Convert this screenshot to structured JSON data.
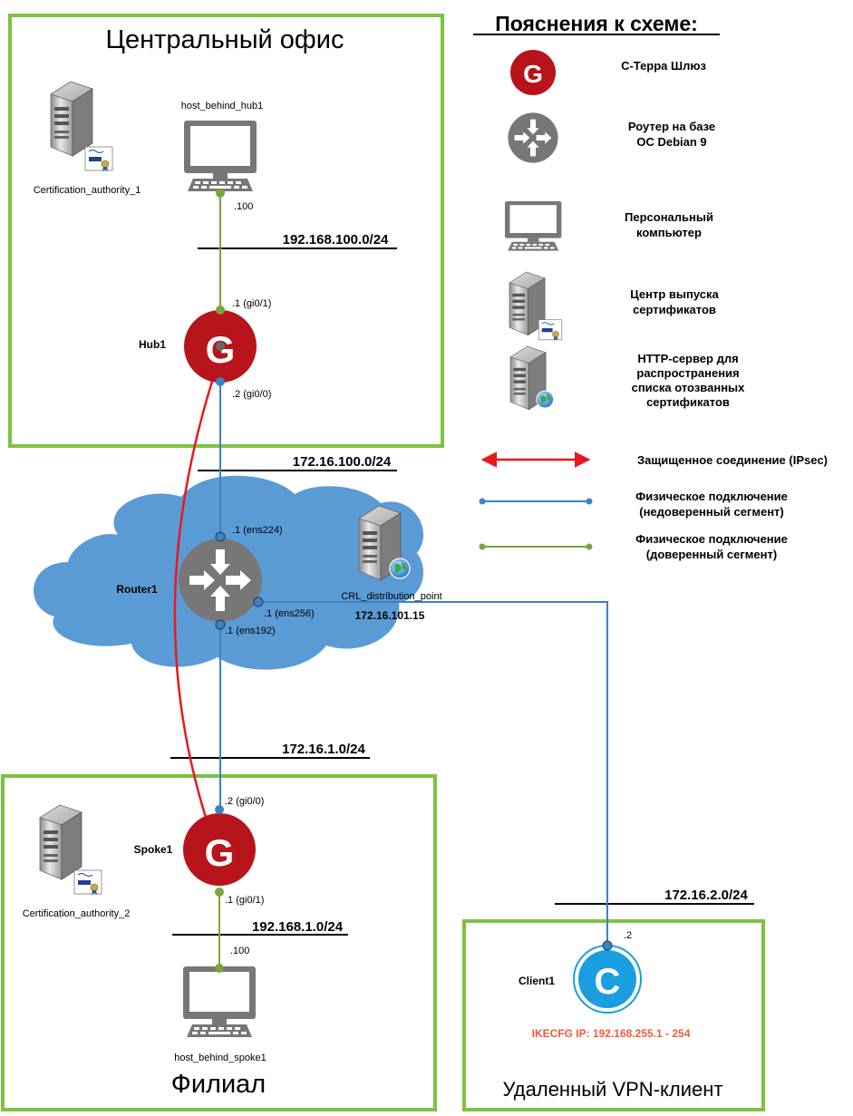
{
  "zones": {
    "central_office": "Центральный офис",
    "branch": "Филиал",
    "remote_client": "Удаленный VPN-клиент"
  },
  "networks": {
    "net_hub_lan": "192.168.100.0/24",
    "net_hub_wan": "172.16.100.0/24",
    "net_spoke_wan": "172.16.1.0/24",
    "net_spoke_lan": "192.168.1.0/24",
    "net_client": "172.16.2.0/24"
  },
  "devices": {
    "hub": "Hub1",
    "router": "Router1",
    "spoke": "Spoke1",
    "client": "Client1",
    "ca1": "Certification_authority_1",
    "ca2": "Certification_authority_2",
    "host_hub": "host_behind_hub1",
    "host_spoke": "host_behind_spoke1",
    "crl": "CRL_distribution_point",
    "crl_ip": "172.16.101.15",
    "hub_glyph": "G",
    "spoke_glyph": "G",
    "client_glyph": "C"
  },
  "ports": {
    "host_hub_if": ".100",
    "hub_gi01": ".1 (gi0/1)",
    "hub_gi00": ".2 (gi0/0)",
    "router_ens224": ".1 (ens224)",
    "router_ens256": ".1 (ens256)",
    "router_ens192": ".1 (ens192)",
    "spoke_gi00": ".2 (gi0/0)",
    "spoke_gi01": ".1 (gi0/1)",
    "host_spoke_if": ".100",
    "client_if": ".2"
  },
  "ikecfg": "IKECFG IP: 192.168.255.1 - 254",
  "legend": {
    "title": "Пояснения к схеме:",
    "gateway_glyph": "G",
    "gateway": "С-Терра Шлюз",
    "router_line1": "Роутер на базе",
    "router_line2": "ОС Debian 9",
    "pc_line1": "Персональный",
    "pc_line2": "компьютер",
    "ca_line1": "Центр выпуска",
    "ca_line2": "сертификатов",
    "http_line1": "HTTP-сервер для",
    "http_line2": "распространения",
    "http_line3": "списка отозванных",
    "http_line4": "сертификатов",
    "ipsec": "Защищенное соединение (IPsec)",
    "untrusted_line1": "Физическое подключение",
    "untrusted_line2": "(недоверенный сегмент)",
    "trusted_line1": "Физическое подключение",
    "trusted_line2": "(доверенный сегмент)"
  },
  "colors": {
    "zone_border": "#7dc242",
    "trusted_link": "#7da33a",
    "untrusted_link": "#3b83c4",
    "ipsec": "#e8191b",
    "gateway": "#b8141b",
    "router": "#777777",
    "cloud": "#5b9bd5",
    "client": "#1a9ee0",
    "ikecfg": "#f05a3a"
  }
}
